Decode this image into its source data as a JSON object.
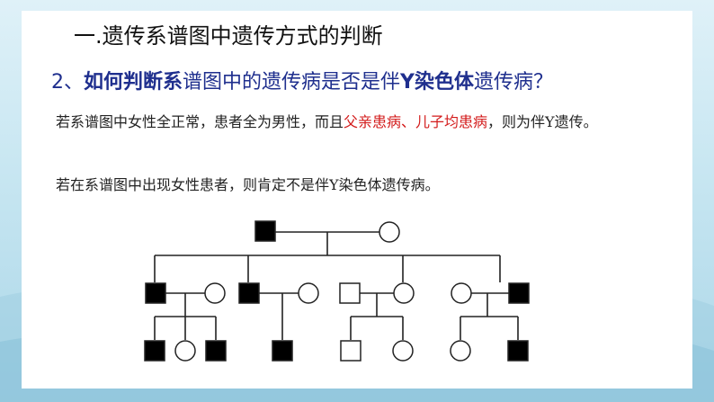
{
  "heading": "一.遗传系谱图中遗传方式的判断",
  "question": {
    "number": "2、",
    "part1": "如何判断系",
    "part2": "谱图中的遗传病是否是伴",
    "part3": "Y染色体",
    "part4": "遗传病？"
  },
  "paragraph1": {
    "text_a": "若系谱图中女性全正常，患者全为男性，而且",
    "text_red": "父亲患病、儿子均患病",
    "text_b": "，则为伴Y遗传。"
  },
  "paragraph2": "若在系谱图中出现女性患者，则肯定不是伴Y染色体遗传病。",
  "colors": {
    "question": "#1f2f8e",
    "highlight": "#d31b1b",
    "affected": "#000000",
    "unaffected": "#ffffff"
  },
  "pedigree": {
    "parents": {
      "father": "affected-male",
      "mother": "unaffected-female"
    },
    "families": [
      {
        "child_of_root": "affected-male",
        "spouse": "unaffected-female",
        "offspring": [
          "affected-male",
          "unaffected-female",
          "affected-male"
        ]
      },
      {
        "child_of_root": "affected-male",
        "spouse": "unaffected-female",
        "offspring": [
          "affected-male"
        ]
      },
      {
        "child_of_root": "unaffected-female",
        "spouse": "unaffected-male",
        "offspring": [
          "unaffected-male",
          "unaffected-female"
        ]
      },
      {
        "child_of_root": "affected-male",
        "spouse": "unaffected-female",
        "offspring": [
          "unaffected-female",
          "affected-male"
        ]
      }
    ]
  }
}
